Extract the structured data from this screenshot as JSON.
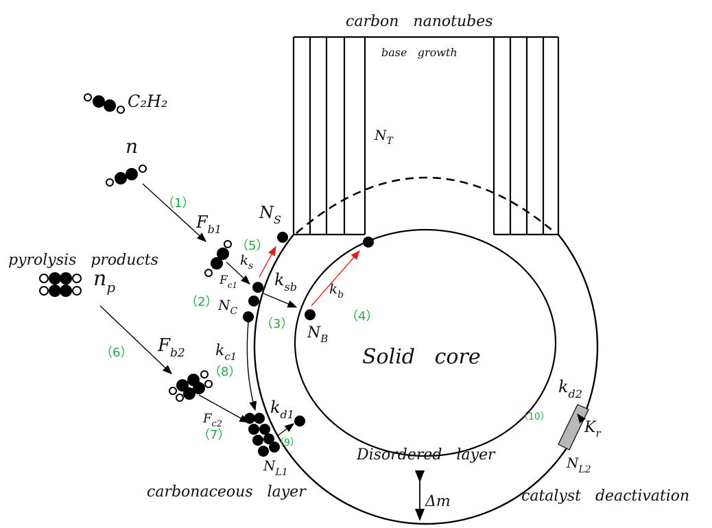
{
  "labels": {
    "carbon_nanotubes": "carbon   nanotubes",
    "base_growth": "base   growth",
    "c2h2": "C₂H₂",
    "n": "n",
    "pyrolysis_products": "pyrolysis   products",
    "np": "n",
    "np_sub": "p",
    "NT": "N",
    "NT_sub": "T",
    "NS": "N",
    "NS_sub": "S",
    "NC": "N",
    "NC_sub": "C",
    "NB": "N",
    "NB_sub": "B",
    "NL1": "N",
    "NL1_sub": "L1",
    "NL2": "N",
    "NL2_sub": "L2",
    "Fb1": "F",
    "Fb1_sub": "b1",
    "Fc1": "F",
    "Fc1_sub": "c1",
    "Fb2": "F",
    "Fb2_sub": "b2",
    "Fc2": "F",
    "Fc2_sub": "c2",
    "ks": "k",
    "ks_sub": "s",
    "ksb": "k",
    "ksb_sub": "sb",
    "kb": "k",
    "kb_sub": "b",
    "kc1": "k",
    "kc1_sub": "c1",
    "kd1": "k",
    "kd1_sub": "d1",
    "kd2": "k",
    "kd2_sub": "d2",
    "Kr": "K",
    "Kr_sub": "r",
    "solid_core": "Solid   core",
    "disordered_layer": "Disordered   layer",
    "carbonaceous_layer": "carbonaceous   layer",
    "catalyst_deactivation": "catalyst   deactivation",
    "delta_m": "Δm"
  },
  "steps": {
    "s1": "（1）",
    "s2": "（2）",
    "s3": "（3）",
    "s4": "（4）",
    "s5": "（5）",
    "s6": "（6）",
    "s7": "（7）",
    "s8": "（8）",
    "s9": "（9）",
    "s10": "（10）"
  },
  "colors": {
    "line": "#000000",
    "step_number": "#22aa44",
    "arrow_red": "#e02020",
    "deactivation_patch": "#b8b8b8"
  }
}
